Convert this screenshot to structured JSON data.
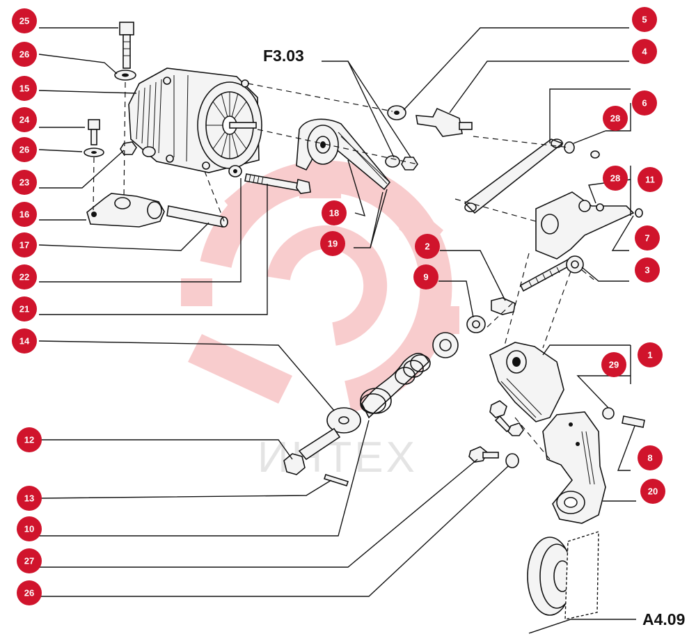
{
  "diagram": {
    "reference_top": "F3.03",
    "reference_bottom": "A4.09",
    "watermark_text": "ИНТЕХ",
    "callout_color": "#d0142c",
    "watermark_color": "#f4a3a6",
    "callouts": [
      {
        "id": "c25",
        "label": "25"
      },
      {
        "id": "c26a",
        "label": "26"
      },
      {
        "id": "c15",
        "label": "15"
      },
      {
        "id": "c24",
        "label": "24"
      },
      {
        "id": "c26b",
        "label": "26"
      },
      {
        "id": "c23",
        "label": "23"
      },
      {
        "id": "c16",
        "label": "16"
      },
      {
        "id": "c17",
        "label": "17"
      },
      {
        "id": "c22",
        "label": "22"
      },
      {
        "id": "c21",
        "label": "21"
      },
      {
        "id": "c14",
        "label": "14"
      },
      {
        "id": "c12",
        "label": "12"
      },
      {
        "id": "c13",
        "label": "13"
      },
      {
        "id": "c10",
        "label": "10"
      },
      {
        "id": "c27",
        "label": "27"
      },
      {
        "id": "c26c",
        "label": "26"
      },
      {
        "id": "c18",
        "label": "18"
      },
      {
        "id": "c19",
        "label": "19"
      },
      {
        "id": "c2",
        "label": "2"
      },
      {
        "id": "c9",
        "label": "9"
      },
      {
        "id": "c5",
        "label": "5"
      },
      {
        "id": "c4",
        "label": "4"
      },
      {
        "id": "c6",
        "label": "6"
      },
      {
        "id": "c28a",
        "label": "28"
      },
      {
        "id": "c11",
        "label": "11"
      },
      {
        "id": "c28b",
        "label": "28"
      },
      {
        "id": "c7",
        "label": "7"
      },
      {
        "id": "c3",
        "label": "3"
      },
      {
        "id": "c1",
        "label": "1"
      },
      {
        "id": "c29",
        "label": "29"
      },
      {
        "id": "c8",
        "label": "8"
      },
      {
        "id": "c20",
        "label": "20"
      }
    ]
  }
}
